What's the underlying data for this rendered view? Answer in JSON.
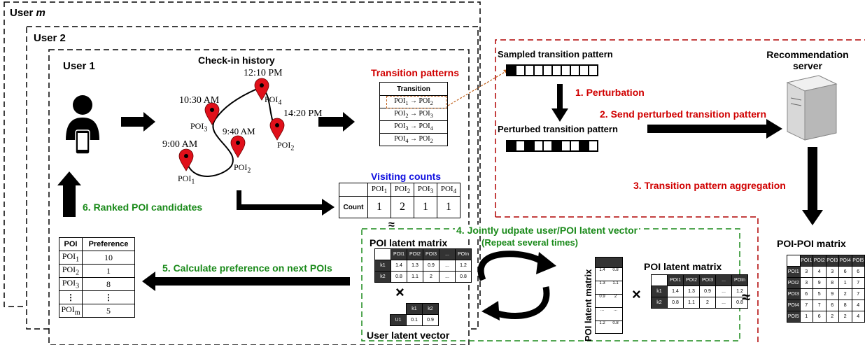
{
  "users": {
    "m": "User ",
    "m_italic": "m",
    "u2": "User 2",
    "u1": "User 1"
  },
  "checkin": {
    "title": "Check-in history",
    "times": [
      "12:10 PM",
      "10:30 AM",
      "14:20 PM",
      "9:40 AM",
      "9:00 AM"
    ],
    "pois": [
      "POI",
      "POI",
      "POI",
      "POI"
    ],
    "poi_subs": [
      "4",
      "3",
      "2",
      "2",
      "1"
    ]
  },
  "transition_patterns": {
    "title": "Transition patterns",
    "header": "Transition",
    "rows": [
      {
        "from": "POI",
        "fs": "1",
        "arrow": "→",
        "to": "POI",
        "ts": "2"
      },
      {
        "from": "POI",
        "fs": "2",
        "arrow": "→",
        "to": "POI",
        "ts": "3"
      },
      {
        "from": "POI",
        "fs": "3",
        "arrow": "→",
        "to": "POI",
        "ts": "4"
      },
      {
        "from": "POI",
        "fs": "4",
        "arrow": "→",
        "to": "POI",
        "ts": "2"
      }
    ]
  },
  "visiting_counts": {
    "title": "Visiting counts",
    "headers": [
      "POI",
      "POI",
      "POI",
      "POI"
    ],
    "subs": [
      "1",
      "2",
      "3",
      "4"
    ],
    "row_label": "Count",
    "values": [
      "1",
      "2",
      "1",
      "1"
    ]
  },
  "steps": {
    "s1": "1. Perturbation",
    "s2": "2. Send perturbed transition pattern",
    "s3": "3. Transition pattern aggregation",
    "s4": "4. Jointly udpate user/POI latent vector",
    "s4b": "(Repeat several times)",
    "s5": "5. Calculate preference on next POIs",
    "s6": "6. Ranked POI candidates"
  },
  "server": {
    "sampled": "Sampled transition pattern",
    "perturbed": "Perturbed transition pattern",
    "title1": "Recommendation",
    "title2": "server",
    "sampled_bits": [
      1,
      0,
      0,
      0,
      0,
      0,
      0,
      0,
      0,
      0
    ],
    "perturbed_bits": [
      1,
      0,
      1,
      0,
      0,
      1,
      0,
      0,
      1,
      0
    ]
  },
  "poi_poi": {
    "title": "POI-POI matrix",
    "cols": [
      "POI1",
      "POI2",
      "POI3",
      "POI4",
      "POI5"
    ],
    "rows": [
      {
        "label": "POI1",
        "values": [
          "3",
          "4",
          "3",
          "6",
          "6"
        ]
      },
      {
        "label": "POI2",
        "values": [
          "3",
          "9",
          "8",
          "1",
          "7"
        ]
      },
      {
        "label": "POI3",
        "values": [
          "6",
          "5",
          "9",
          "2",
          "7"
        ]
      },
      {
        "label": "POI4",
        "values": [
          "7",
          "7",
          "6",
          "8",
          "4"
        ]
      },
      {
        "label": "POI5",
        "values": [
          "1",
          "6",
          "2",
          "2",
          "4"
        ]
      }
    ]
  },
  "latent": {
    "poi_title": "POI latent matrix",
    "poi_title2": "POI latent matrix",
    "poi_title_vert": "POI latent matrix",
    "user_title": "User latent vector",
    "poi_cols": [
      "POI1",
      "POI2",
      "POI3",
      "...",
      "POIn"
    ],
    "k1": [
      "1.4",
      "1.3",
      "0.9",
      "...",
      "1.2"
    ],
    "k2": [
      "0.8",
      "1.1",
      "2",
      "...",
      "0.8"
    ],
    "k_labels": [
      "k1",
      "k2"
    ],
    "user_label": "U1",
    "user_vals": [
      "0.1",
      "0.9"
    ],
    "vert_k1": [
      "1.4",
      "1.3",
      "0.9",
      "...",
      "1.2"
    ],
    "vert_k2": [
      "0.8",
      "1.1",
      "2",
      "...",
      "0.8"
    ],
    "times": "×",
    "approx": "≈",
    "approx2": "≈"
  },
  "preference": {
    "headers": [
      "POI",
      "Preference"
    ],
    "rows": [
      {
        "poi": "POI",
        "sub": "1",
        "pref": "10"
      },
      {
        "poi": "POI",
        "sub": "2",
        "pref": "1"
      },
      {
        "poi": "POI",
        "sub": "3",
        "pref": "8"
      },
      {
        "poi": "⋮",
        "sub": "",
        "pref": "⋮"
      },
      {
        "poi": "POI",
        "sub": "m",
        "pref": "5"
      }
    ]
  },
  "colors": {
    "red": "#d00000",
    "green": "#1a8a1a",
    "blue": "#1010e0",
    "dark_red": "#b00000"
  }
}
